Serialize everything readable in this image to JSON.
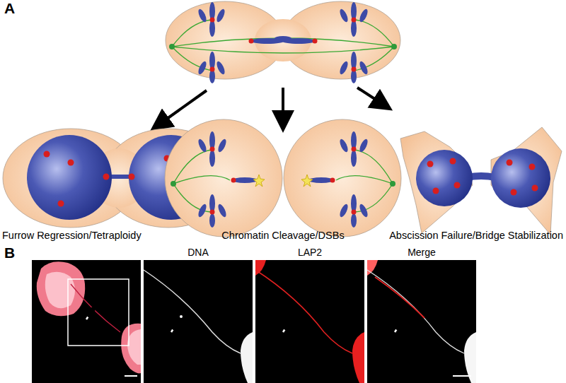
{
  "diagram": {
    "labels": [
      "A",
      "Furrow Regression/Tetraploidy",
      "Chromatin Cleavage/DSBs",
      "Abscission Failure/Bridge Stabilization",
      "B",
      "DNA",
      "LAP2",
      "Merge"
    ]
  }
}
